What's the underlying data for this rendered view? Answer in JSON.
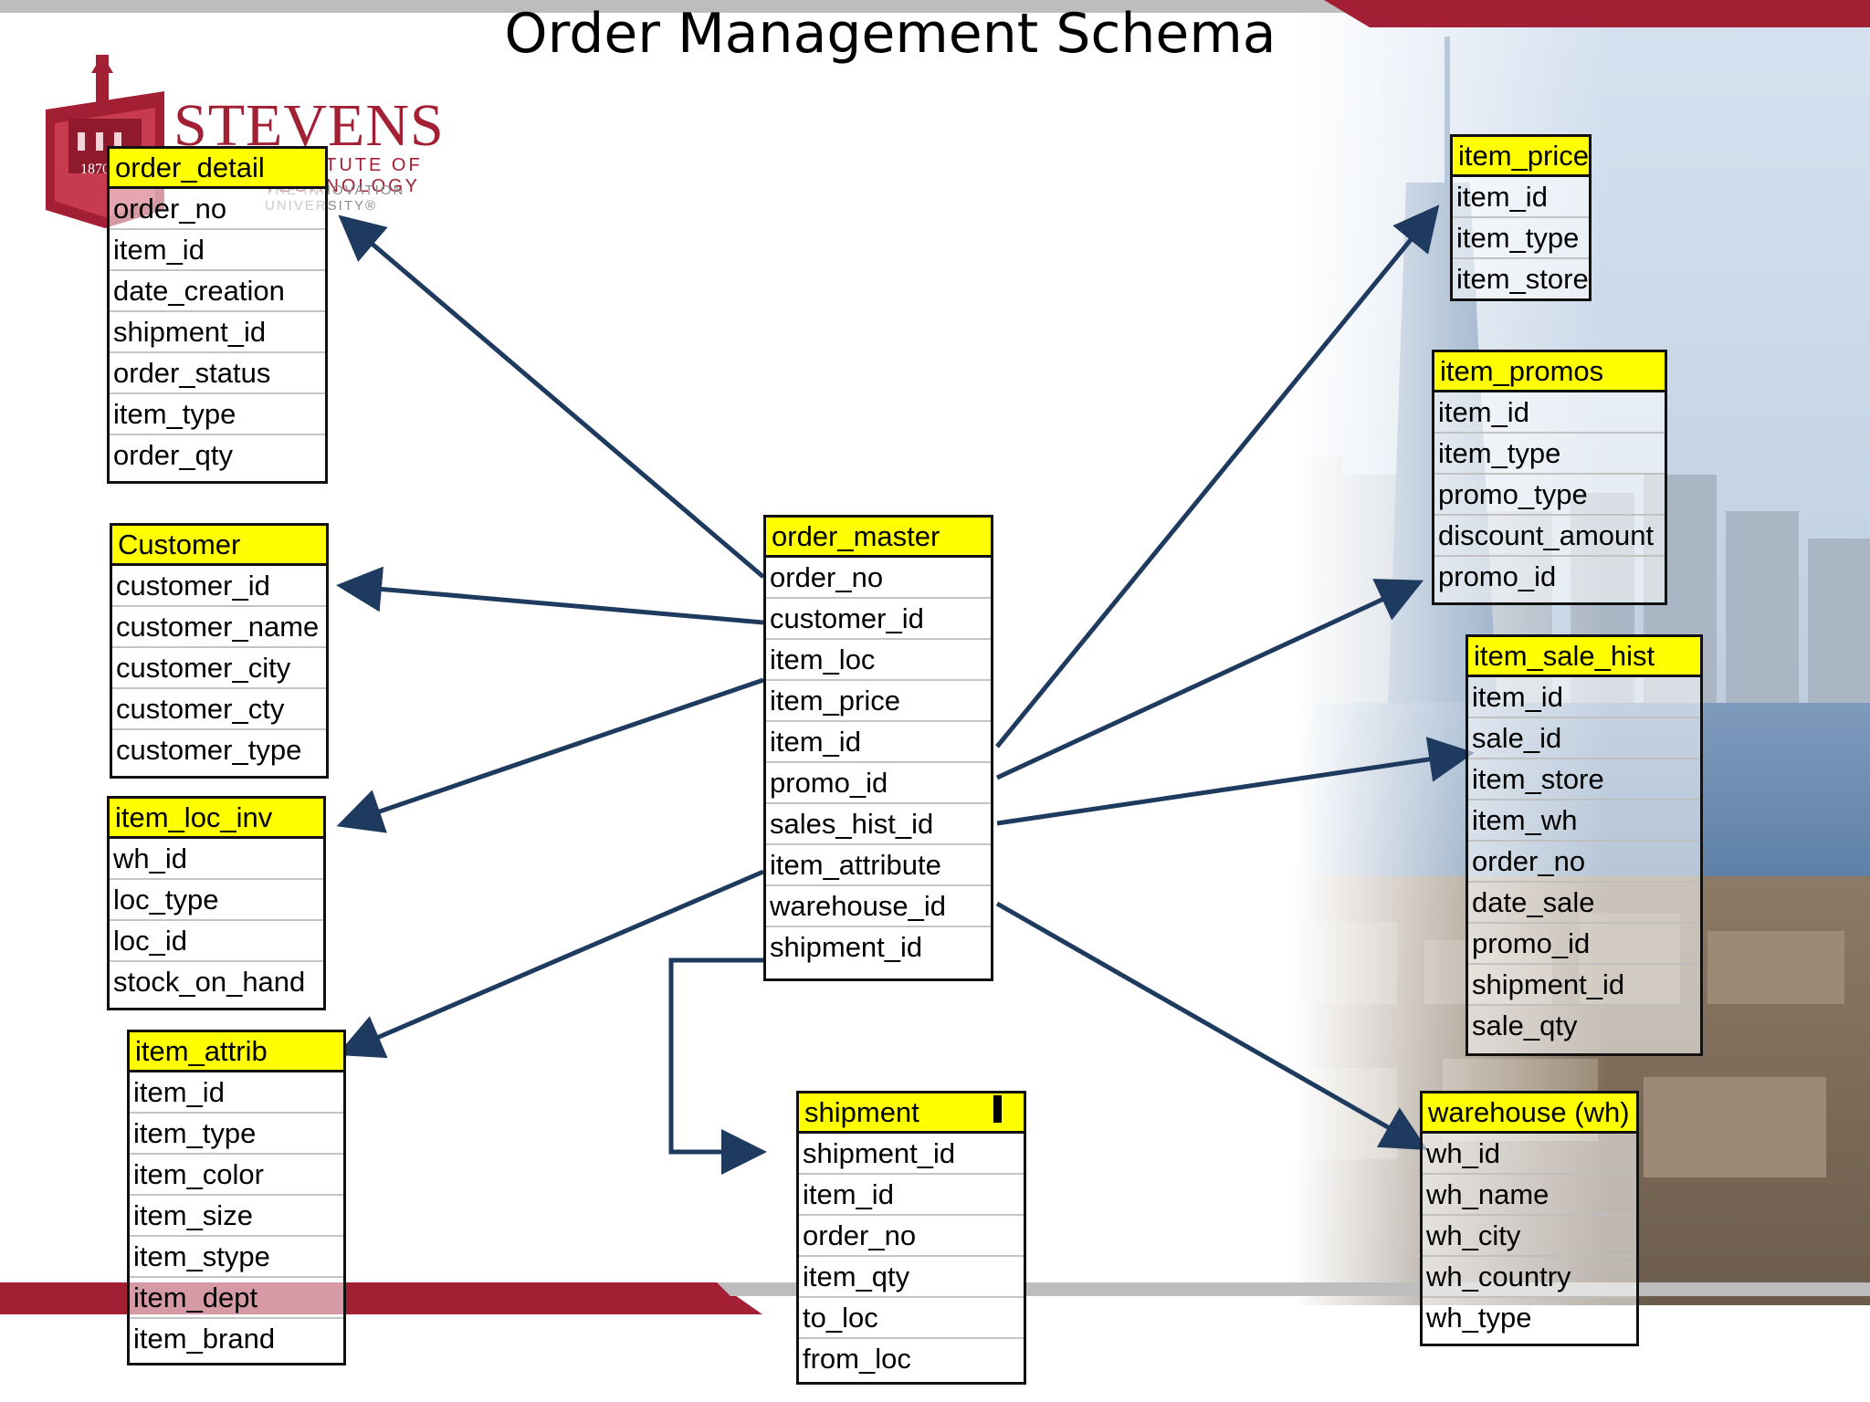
{
  "title": "Order Management Schema",
  "logo": {
    "name": "STEVENS",
    "sub1": "INSTITUTE OF TECHNOLOGY",
    "sub2": "THE INNOVATION UNIVERSITY®",
    "year": "1870"
  },
  "colors": {
    "header": "#ffff00",
    "arrow": "#1e3a5f",
    "brand": "#a31f34"
  },
  "tables": {
    "order_detail": {
      "name": "order_detail",
      "fields": [
        "order_no",
        "item_id",
        "date_creation",
        "shipment_id",
        "order_status",
        "item_type",
        "order_qty"
      ]
    },
    "customer": {
      "name": "Customer",
      "fields": [
        "customer_id",
        "customer_name",
        "customer_city",
        "customer_cty",
        "customer_type"
      ]
    },
    "item_loc_inv": {
      "name": "item_loc_inv",
      "fields": [
        "wh_id",
        "loc_type",
        "loc_id",
        "stock_on_hand"
      ]
    },
    "item_attrib": {
      "name": "item_attrib",
      "fields": [
        "item_id",
        "item_type",
        "item_color",
        "item_size",
        "item_stype",
        "item_dept",
        "item_brand"
      ]
    },
    "order_master": {
      "name": "order_master",
      "fields": [
        "order_no",
        "customer_id",
        "item_loc",
        "item_price",
        "item_id",
        "promo_id",
        "sales_hist_id",
        "item_attribute",
        "warehouse_id",
        "shipment_id"
      ]
    },
    "shipment": {
      "name": "shipment",
      "fields": [
        "shipment_id",
        "item_id",
        "order_no",
        "item_qty",
        "to_loc",
        "from_loc"
      ]
    },
    "item_price": {
      "name": "item_price",
      "fields": [
        "item_id",
        "item_type",
        "item_store"
      ]
    },
    "item_promos": {
      "name": "item_promos",
      "fields": [
        "item_id",
        "item_type",
        "promo_type",
        "discount_amount",
        "promo_id"
      ]
    },
    "item_sale_hist": {
      "name": "item_sale_hist",
      "fields": [
        "item_id",
        "sale_id",
        "item_store",
        "item_wh",
        "order_no",
        "date_sale",
        "promo_id",
        "shipment_id",
        "sale_qty"
      ]
    },
    "warehouse": {
      "name": "warehouse (wh)",
      "fields": [
        "wh_id",
        "wh_name",
        "wh_city",
        "wh_country",
        "wh_type"
      ]
    }
  }
}
